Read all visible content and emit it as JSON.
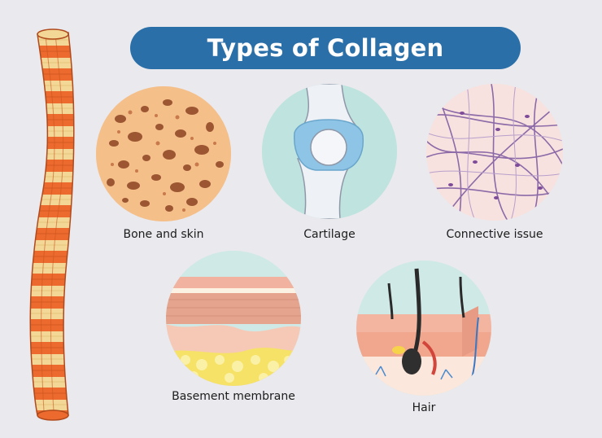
{
  "title": "Types of Collagen",
  "items": [
    {
      "label": "Bone and skin"
    },
    {
      "label": "Cartilage"
    },
    {
      "label": "Connective issue"
    },
    {
      "label": "Basement membrane"
    },
    {
      "label": "Hair"
    }
  ],
  "colors": {
    "background": "#e9e9ee",
    "banner": "#2b6fa8",
    "fiber_orange": "#ec6a2d",
    "fiber_cream": "#f2d796",
    "bone": "#f5bf8a",
    "cartilage_bg": "#bfe3de",
    "connective_bg": "#f8e2df",
    "skin": "#f3b59f",
    "fat": "#f6e266"
  }
}
